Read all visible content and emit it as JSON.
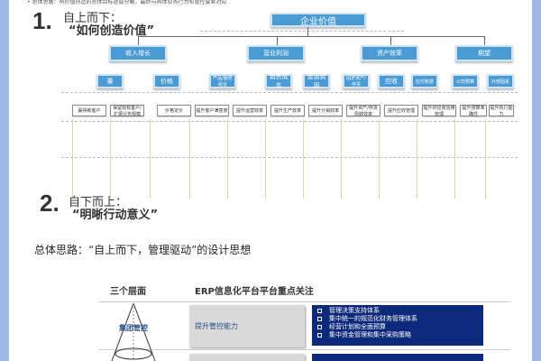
{
  "top_note": "• 总体思路：将价值创造的总体目标逐层分解，最终与具体业务行为和管控要素对应",
  "section1": {
    "number": "1.",
    "title": "自上而下：",
    "subtitle": "“如何创造价值”"
  },
  "section2": {
    "number": "2.",
    "title": "自下而上：",
    "subtitle": "“明晰行动意义”"
  },
  "tree": {
    "root": "企业价值",
    "level1": [
      "收入增长",
      "营业利润",
      "资产效率",
      "期望"
    ],
    "level2": [
      "量",
      "价格",
      "产品/服务组合",
      "销售成本",
      "营运费用",
      "固定资产/存货",
      "应收",
      "应付账款",
      "公司预算",
      "外部因素"
    ],
    "level3": [
      "赢得新客户",
      "保留现有客户/扩展业务规模",
      "价格定价",
      "提升客户满意度",
      "提升运营效率",
      "提升生产效率",
      "提升分销效率",
      "提升资产/存货周转效率",
      "提升应收管理",
      "提升供应商信用管理",
      "提升预算准确性",
      "提升执行能力"
    ]
  },
  "principle": "总体思路：“自上而下，管理驱动”的设计思想",
  "table": {
    "headers": [
      "三个层面",
      "ERP信息化平台平台重点关注"
    ],
    "rows": [
      {
        "level": "集团管控",
        "focus": "提升管控能力",
        "items": [
          "管理决策支持体系",
          "集中统一的规范化财务管理体系",
          "经营计划和全面预算",
          "集中资金管理和集中采购策略"
        ]
      },
      {
        "level": "",
        "focus": "",
        "items": []
      }
    ]
  }
}
